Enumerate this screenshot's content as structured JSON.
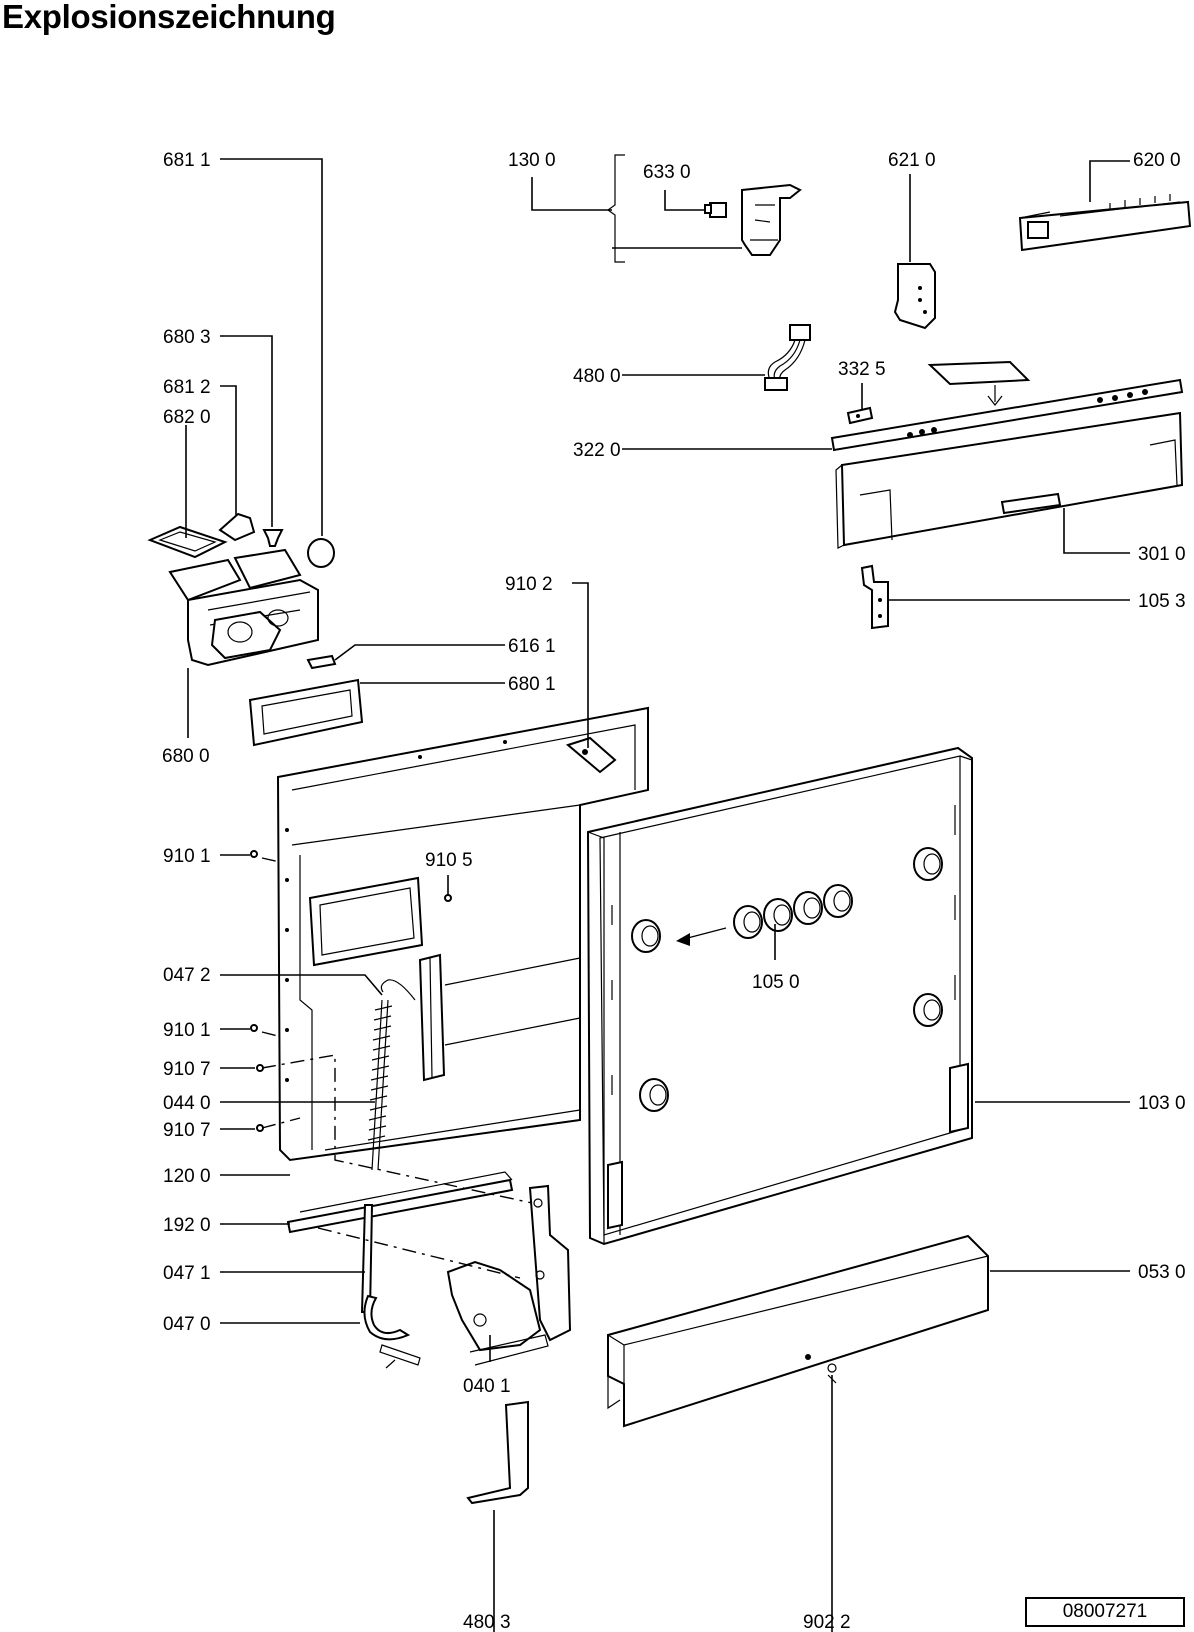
{
  "title": "Explosionszeichnung",
  "document_number": "08007271",
  "part_labels": {
    "p6811": "681 1",
    "p1300": "130 0",
    "p6330": "633 0",
    "p6210": "621 0",
    "p6200": "620 0",
    "p6803": "680 3",
    "p6812": "681 2",
    "p6820": "682 0",
    "p4800": "480 0",
    "p3325": "332 5",
    "p3220": "322 0",
    "p3010": "301 0",
    "p1053": "105 3",
    "p9102": "910 2",
    "p6161": "616 1",
    "p6801": "680 1",
    "p6800": "680 0",
    "p9101a": "910 1",
    "p9105": "910 5",
    "p0472": "047 2",
    "p1050": "105 0",
    "p9101b": "910 1",
    "p9107a": "910 7",
    "p0440": "044 0",
    "p1030": "103 0",
    "p9107b": "910 7",
    "p1200": "120 0",
    "p1920": "192 0",
    "p0471": "047 1",
    "p0530": "053 0",
    "p0470": "047 0",
    "p0401": "040 1",
    "p4803": "480 3",
    "p9022": "902 2"
  }
}
